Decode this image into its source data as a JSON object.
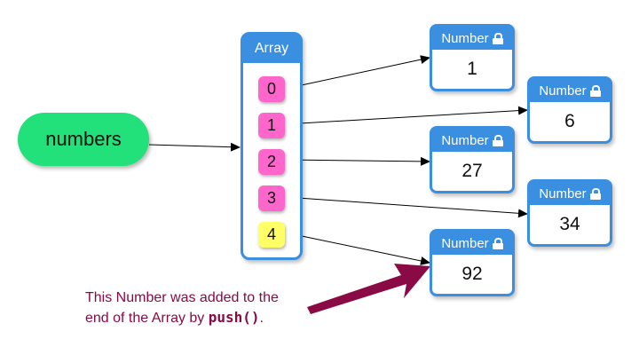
{
  "variable": {
    "name": "numbers"
  },
  "array": {
    "title": "Array",
    "indices": [
      {
        "label": "0",
        "color": "#ff66cc"
      },
      {
        "label": "1",
        "color": "#ff66cc"
      },
      {
        "label": "2",
        "color": "#ff66cc"
      },
      {
        "label": "3",
        "color": "#ff66cc"
      },
      {
        "label": "4",
        "color": "#ffff66"
      }
    ]
  },
  "numbers": [
    {
      "type": "Number",
      "value": "1",
      "icon": "lock-icon"
    },
    {
      "type": "Number",
      "value": "6",
      "icon": "lock-icon"
    },
    {
      "type": "Number",
      "value": "27",
      "icon": "lock-icon"
    },
    {
      "type": "Number",
      "value": "34",
      "icon": "lock-icon"
    },
    {
      "type": "Number",
      "value": "92",
      "icon": "lock-icon"
    }
  ],
  "annotation": {
    "line1": "This Number was added to the",
    "line2_prefix": "end of the Array by ",
    "code": "push()",
    "line2_suffix": "."
  },
  "colors": {
    "box_border": "#3b8fe0",
    "variable_fill": "#22e07a",
    "index_fill": "#ff66cc",
    "new_index_fill": "#ffff66",
    "annotation_color": "#8a0a46"
  }
}
